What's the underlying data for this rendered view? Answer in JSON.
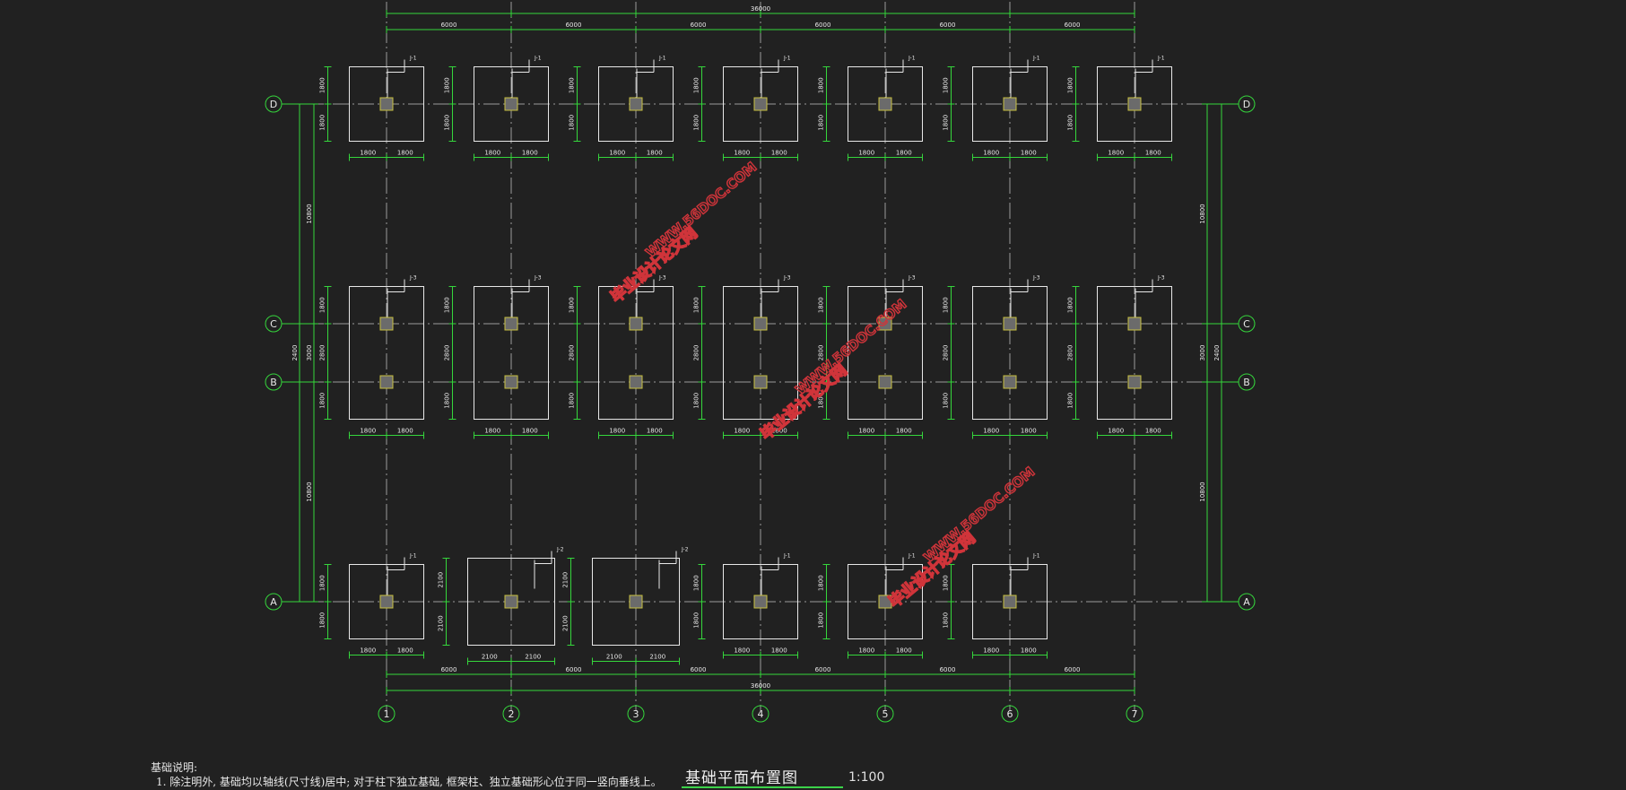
{
  "drawing": {
    "title": "基础平面布置图",
    "scale": "1:100",
    "notes_heading": "基础说明:",
    "notes_line": "1. 除注明外, 基础均以轴线(尺寸线)居中; 对于柱下独立基础, 框架柱、独立基础形心位于同一竖向垂线上。",
    "watermark_lines": [
      "毕业设计论文网",
      "WWW.56DOC.COM"
    ],
    "colors": {
      "background": "#212121",
      "dimension": "#35d63c",
      "outline": "#e8e8e8",
      "axis_line": "#9a9a9a",
      "column": "#6b6b6b",
      "column_accent": "#c8c040",
      "watermark": "#d0343a"
    }
  },
  "grid": {
    "x_axes": [
      "1",
      "2",
      "3",
      "4",
      "5",
      "6",
      "7"
    ],
    "y_axes": [
      "D",
      "C",
      "B",
      "A"
    ],
    "x_spacing": [
      "6000",
      "6000",
      "6000",
      "6000",
      "6000",
      "6000"
    ],
    "x_total": "36000",
    "left_dims": {
      "DC": "10800",
      "CB": "2400",
      "BA": "10800"
    },
    "right_dims": {
      "DC": "10800",
      "CB": "2400",
      "BA": "10800"
    },
    "left_inner": "3000",
    "right_inner": "3000"
  },
  "foundations": {
    "row_D": {
      "tags": [
        "J-1",
        "J-1",
        "J-1",
        "J-1",
        "J-1",
        "J-1",
        "J-1"
      ],
      "vert": [
        "1800",
        "1800"
      ],
      "horiz": [
        "1800",
        "1800"
      ]
    },
    "row_CB": {
      "tags": [
        "J-3",
        "J-3",
        "J-3",
        "J-3",
        "J-3",
        "J-3",
        "J-3"
      ],
      "vert": [
        "1800",
        "2800",
        "1800"
      ],
      "horiz": [
        "1800",
        "1800"
      ]
    },
    "row_A": {
      "tags": [
        "J-1",
        "J-2",
        "J-2",
        "J-1",
        "J-1",
        "J-1"
      ],
      "vert_small": [
        "1800",
        "1800"
      ],
      "vert_large": [
        "2100",
        "2100"
      ],
      "horiz_small": [
        "1800",
        "1800"
      ],
      "horiz_large": [
        "2100",
        "2100"
      ]
    }
  }
}
